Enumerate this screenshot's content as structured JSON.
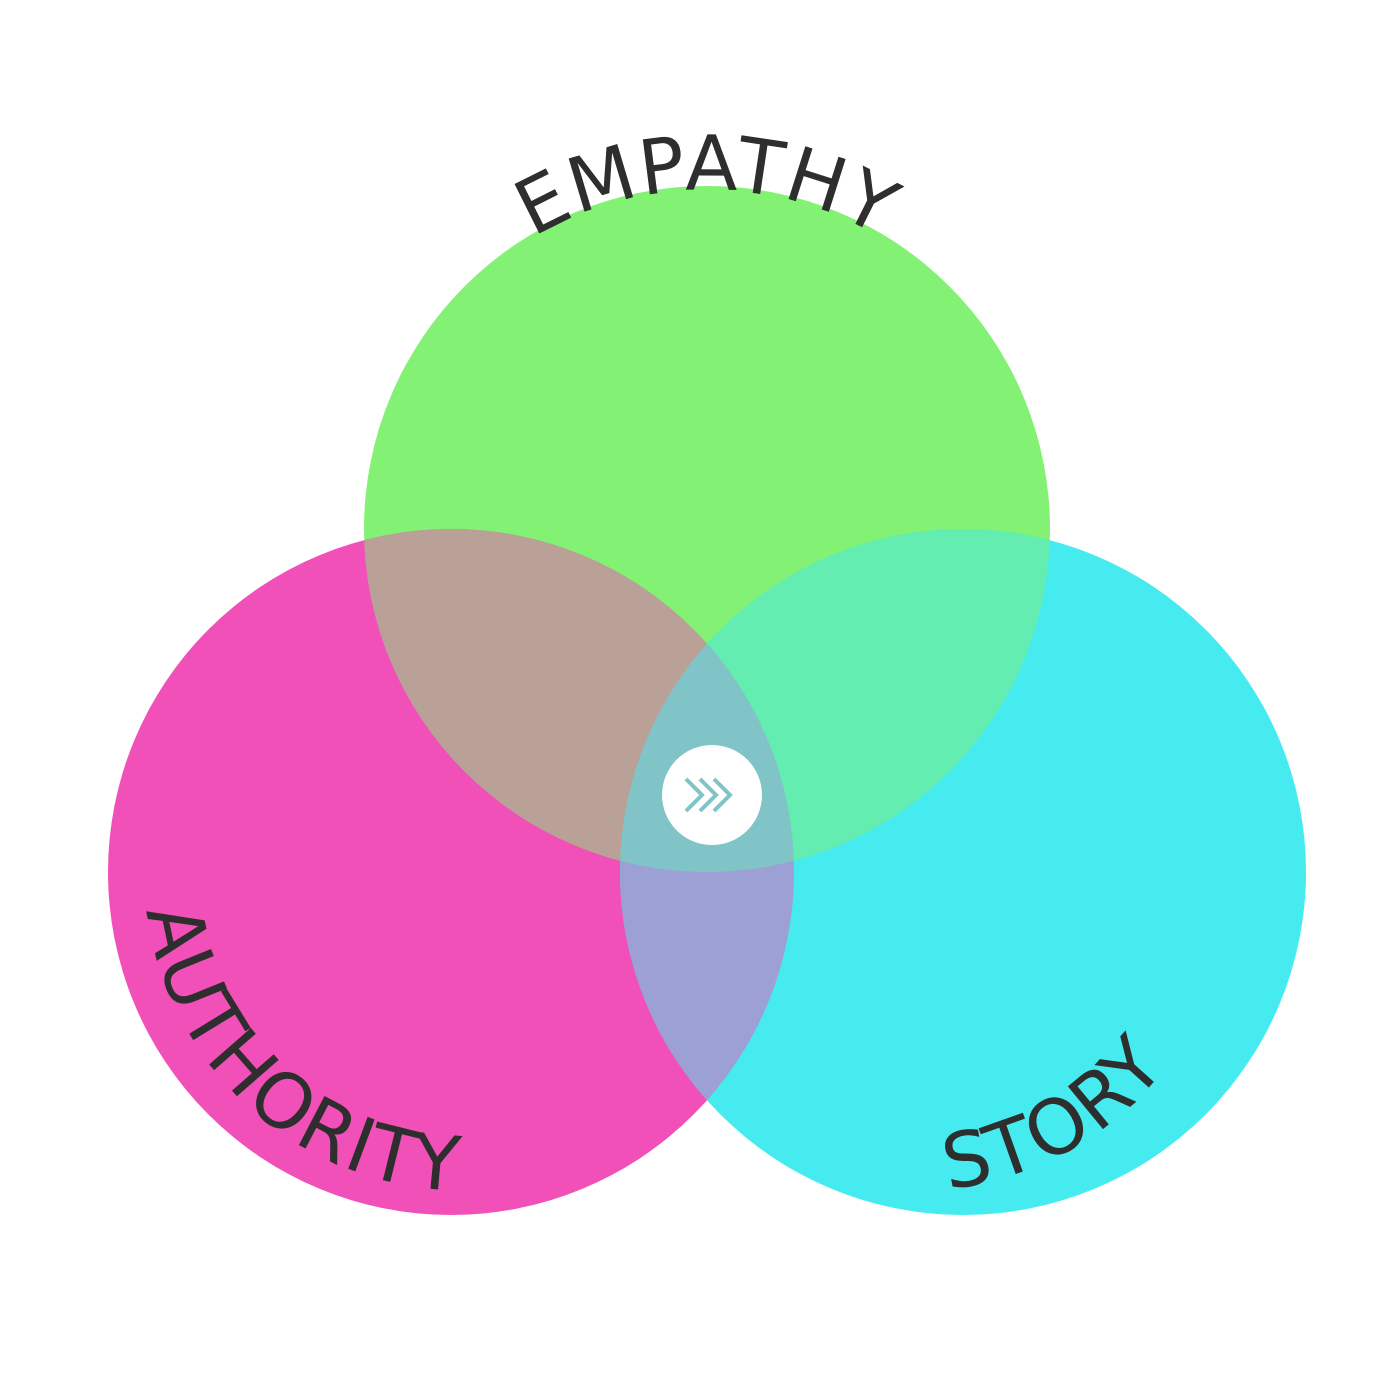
{
  "diagram": {
    "type": "venn",
    "sets": [
      {
        "label": "EMPATHY",
        "color": "#83f173"
      },
      {
        "label": "AUTHORITY",
        "color": "#f150b9"
      },
      {
        "label": "STORY",
        "color": "#46ebef"
      }
    ],
    "overlap_colors": {
      "authority_empathy": "#b9a198",
      "empathy_story": "#63edb0",
      "authority_story": "#9ca0d4",
      "center": "#80c4c7"
    },
    "center_badge": {
      "icon": "triple-chevron-right-icon",
      "background": "#ffffff",
      "icon_color": "#80c4c7"
    }
  }
}
